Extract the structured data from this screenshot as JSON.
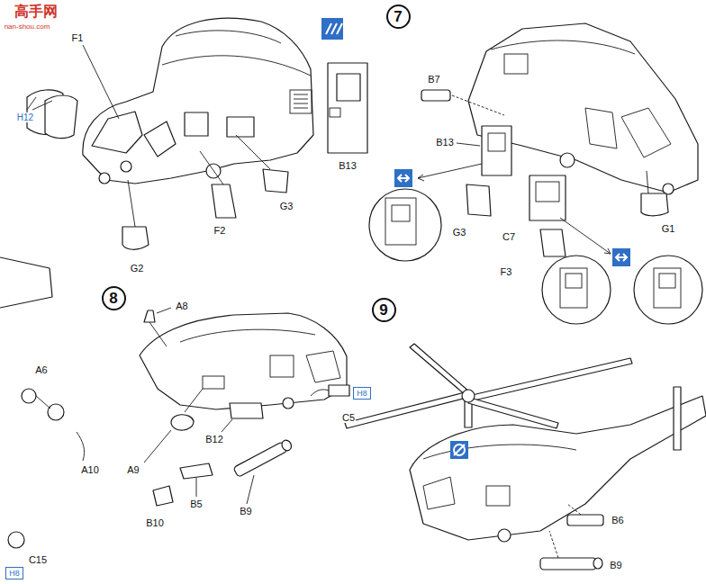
{
  "diagram": {
    "nodes": [
      {
        "text": [
          "7"
        ]
      },
      {
        "text": [
          "8"
        ]
      },
      {
        "text": [
          "9"
        ]
      },
      {
        "text": [
          "H8"
        ]
      },
      {
        "text": [
          "H8"
        ]
      }
    ],
    "labels": [
      "高手网",
      "nan-shou.com",
      "H12",
      "F1",
      "G2",
      "F2",
      "G3",
      "B13",
      "B7",
      "B13",
      "G3",
      "C7",
      "F3",
      "G1",
      "A8",
      "A6",
      "A10",
      "C15",
      "A9",
      "B12",
      "B5",
      "B10",
      "B9",
      "C5",
      "B6",
      "B9"
    ]
  }
}
